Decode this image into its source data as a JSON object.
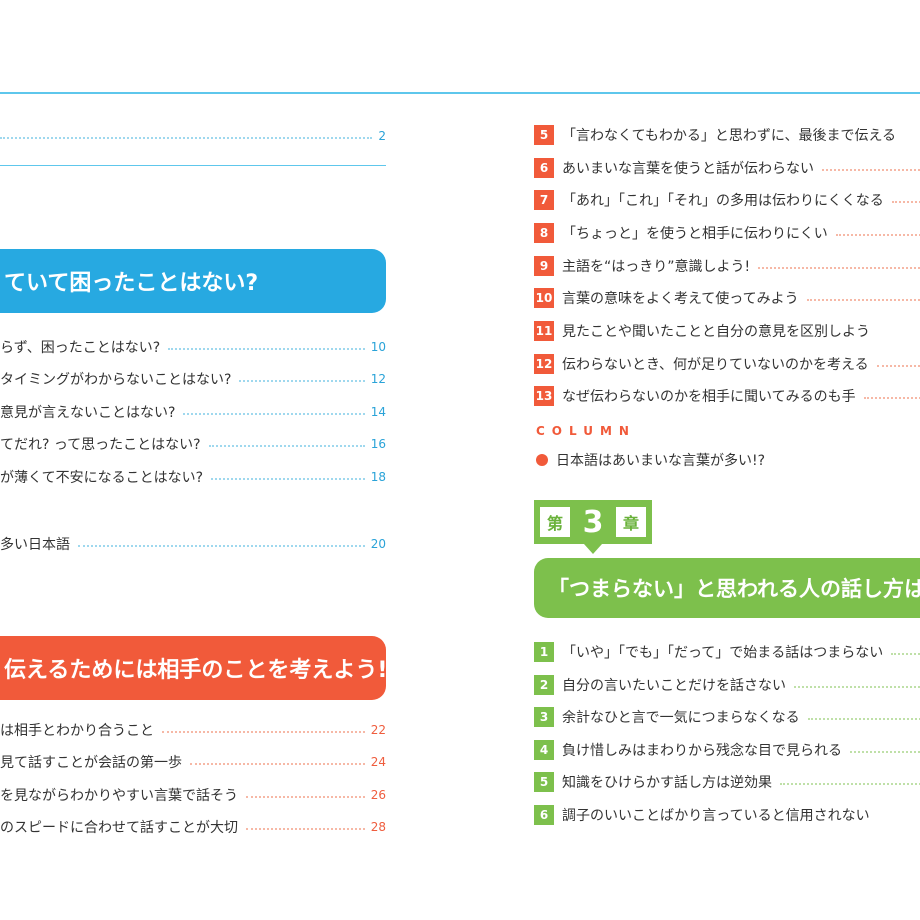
{
  "intro": {
    "page": "2"
  },
  "chapter1": {
    "title": "ていて困ったことはない?",
    "items": [
      {
        "label": "らず、困ったことはない?",
        "page": "10"
      },
      {
        "label": "タイミングがわからないことはない?",
        "page": "12"
      },
      {
        "label": "意見が言えないことはない?",
        "page": "14"
      },
      {
        "label": "てだれ? って思ったことはない?",
        "page": "16"
      },
      {
        "label": "が薄くて不安になることはない?",
        "page": "18"
      }
    ],
    "column": {
      "label": "多い日本語",
      "page": "20"
    }
  },
  "chapter2": {
    "title": "伝えるためには相手のことを考えよう!",
    "items": [
      {
        "label": "は相手とわかり合うこと",
        "page": "22"
      },
      {
        "label": "見て話すことが会話の第一歩",
        "page": "24"
      },
      {
        "label": "を見ながらわかりやすい言葉で話そう",
        "page": "26"
      },
      {
        "label": "のスピードに合わせて話すことが大切",
        "page": "28"
      }
    ],
    "cont_items": [
      {
        "num": "5",
        "label": "「言わなくてもわかる」と思わずに、最後まで伝える"
      },
      {
        "num": "6",
        "label": "あいまいな言葉を使うと話が伝わらない"
      },
      {
        "num": "7",
        "label": "「あれ」「これ」「それ」の多用は伝わりにくくなる"
      },
      {
        "num": "8",
        "label": "「ちょっと」を使うと相手に伝わりにくい"
      },
      {
        "num": "9",
        "label": "主語を“はっきり”意識しよう!"
      },
      {
        "num": "10",
        "label": "言葉の意味をよく考えて使ってみよう"
      },
      {
        "num": "11",
        "label": "見たことや聞いたことと自分の意見を区別しよう"
      },
      {
        "num": "12",
        "label": "伝わらないとき、何が足りていないのかを考える"
      },
      {
        "num": "13",
        "label": "なぜ伝わらないのかを相手に聞いてみるのも手"
      }
    ],
    "column_head": "COLUMN",
    "column_label": "日本語はあいまいな言葉が多い!?"
  },
  "chapter3": {
    "tag_prefix": "第",
    "tag_number": "3",
    "tag_suffix": "章",
    "title": "「つまらない」と思われる人の話し方は",
    "items": [
      {
        "num": "1",
        "label": "「いや」「でも」「だって」で始まる話はつまらない"
      },
      {
        "num": "2",
        "label": "自分の言いたいことだけを話さない"
      },
      {
        "num": "3",
        "label": "余計なひと言で一気につまらなくなる"
      },
      {
        "num": "4",
        "label": "負け惜しみはまわりから残念な目で見られる"
      },
      {
        "num": "5",
        "label": "知識をひけらかす話し方は逆効果"
      },
      {
        "num": "6",
        "label": "調子のいいことばかり言っていると信用されない"
      }
    ]
  },
  "colors": {
    "blue": "#27a9e1",
    "red": "#f15a3a",
    "green": "#7dc04c",
    "rule": "#5ec7ec"
  }
}
